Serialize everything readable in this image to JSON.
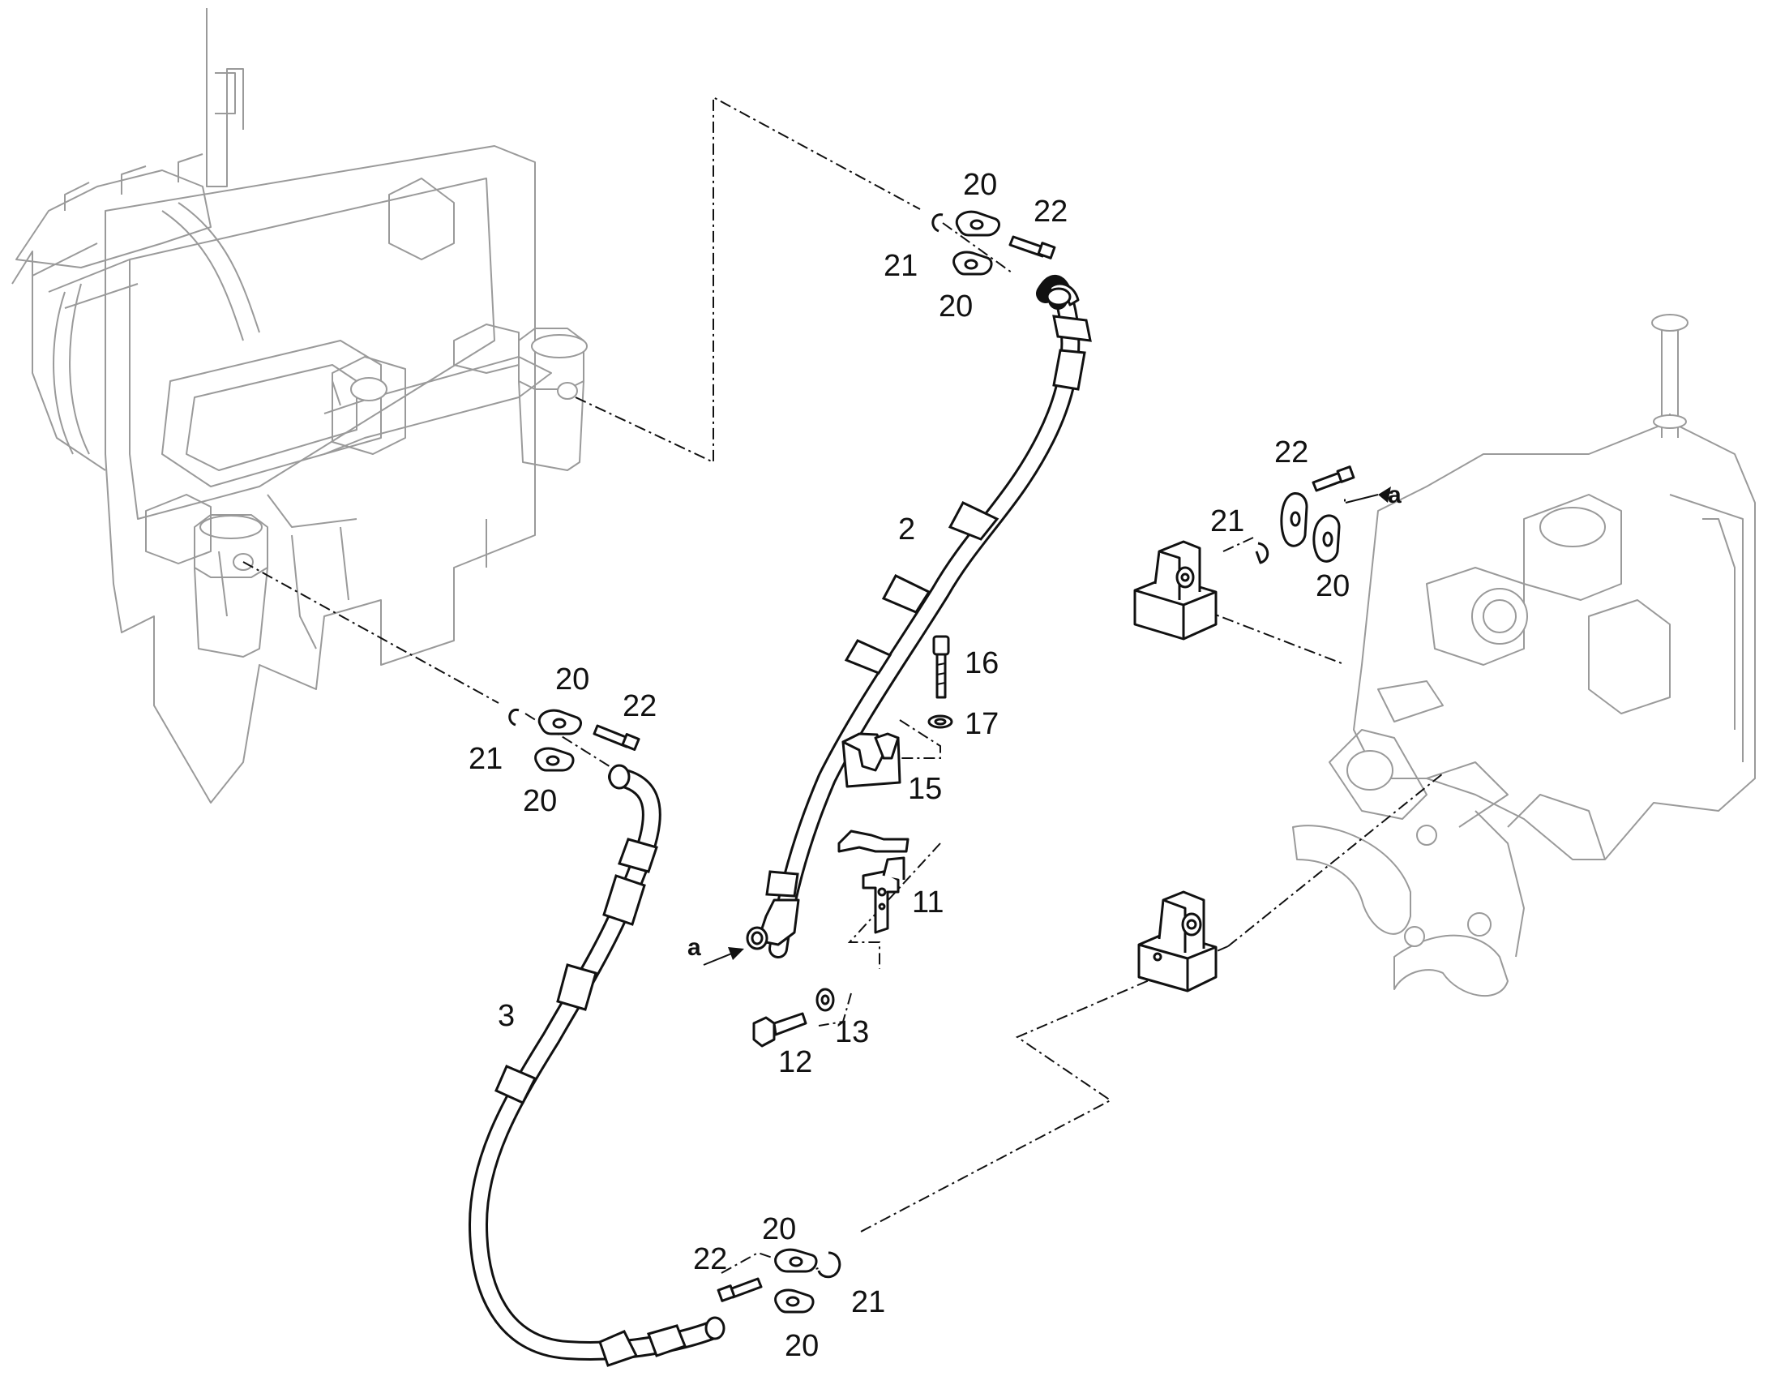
{
  "callouts": {
    "c2": "2",
    "c3": "3",
    "c11": "11",
    "c12": "12",
    "c13": "13",
    "c15": "15",
    "c16": "16",
    "c17": "17",
    "c20": "20",
    "c21": "21",
    "c22": "22",
    "a": "a"
  }
}
